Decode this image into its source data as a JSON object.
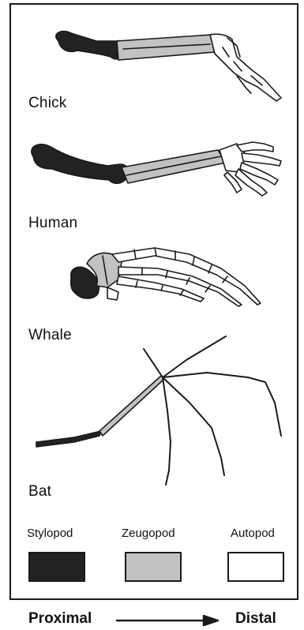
{
  "species": {
    "chick": "Chick",
    "human": "Human",
    "whale": "Whale",
    "bat": "Bat"
  },
  "legend": {
    "stylopod": {
      "label": "Stylopod",
      "color": "#222222"
    },
    "zeugopod": {
      "label": "Zeugopod",
      "color": "#c2c2c2"
    },
    "autopod": {
      "label": "Autopod",
      "color": "#ffffff"
    }
  },
  "axis": {
    "proximal": "Proximal",
    "distal": "Distal"
  }
}
